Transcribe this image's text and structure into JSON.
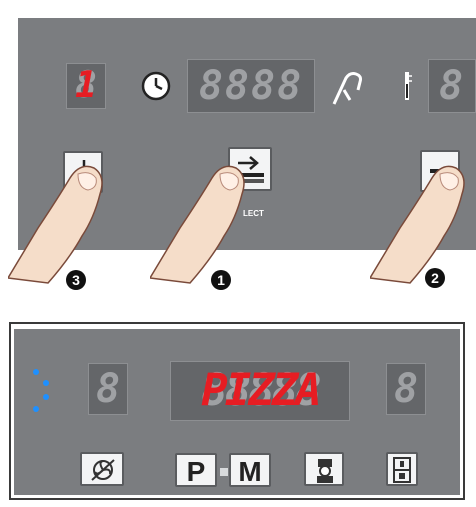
{
  "top_panel": {
    "program_display": "1",
    "timer_display": "8888",
    "temp_display": "8",
    "select_label": "LECT",
    "callouts": [
      "3",
      "1",
      "2"
    ],
    "icons": [
      "clock-icon",
      "probe-icon",
      "thermometer-icon",
      "download-icon",
      "select-icon",
      "minus-icon"
    ]
  },
  "bottom_panel": {
    "left_display": "8",
    "main_display": "PIZZA",
    "right_display": "8",
    "key_labels": {
      "p": "P",
      "m": "M"
    },
    "icons": [
      "fan-off-icon",
      "chef-icon",
      "level-icon"
    ]
  },
  "colors": {
    "panel": "#7b7d80",
    "segment_on": "#e61d23",
    "segment_off": "#9fa1a4",
    "indicator": "#1e90ff"
  }
}
